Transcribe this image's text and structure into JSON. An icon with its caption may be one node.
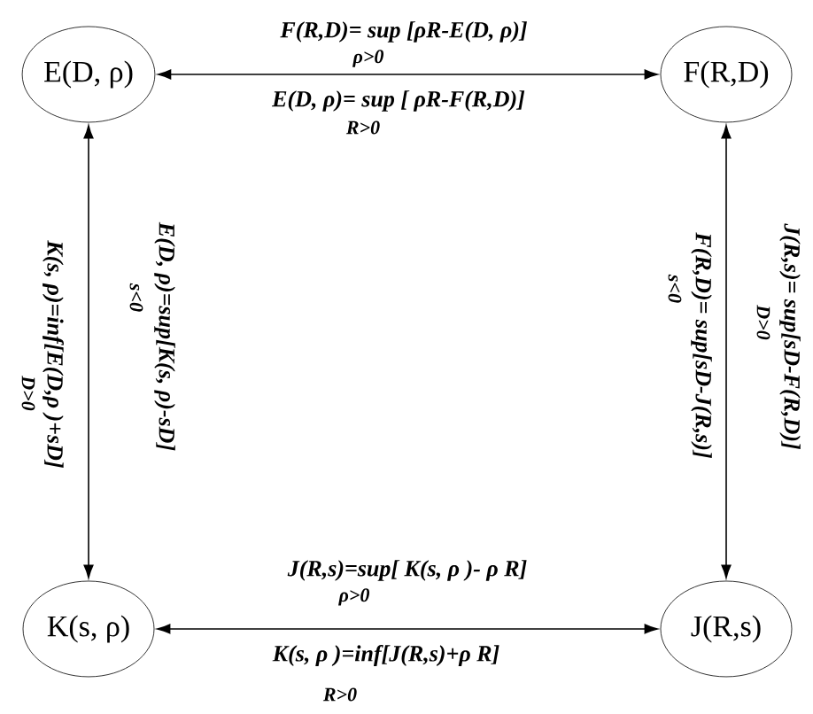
{
  "diagram": {
    "nodes": [
      {
        "text": [
          "E(D, ρ)"
        ]
      },
      {
        "text": [
          "F(R,D)"
        ]
      },
      {
        "text": [
          "K(s, ρ)"
        ]
      },
      {
        "text": [
          "J(R,s)"
        ]
      }
    ],
    "edges": [
      {
        "from": 0,
        "to": 1,
        "arrow": "both"
      },
      {
        "from": 0,
        "to": 2,
        "arrow": "both"
      },
      {
        "from": 1,
        "to": 3,
        "arrow": "both"
      },
      {
        "from": 2,
        "to": 3,
        "arrow": "both"
      }
    ],
    "labels": [
      "F(R,D)= sup [ρR-E(D, ρ)]",
      "ρ>0",
      "E(D, ρ)= sup [ ρR-F(R,D)]",
      "R>0",
      "K(s, ρ)=inf[E(D,ρ )+sD]",
      "D>0",
      "E(D, ρ)=sup[K(s, ρ)-sD]",
      "s<0",
      "F(R,D)= sup[sD-J(R,s)]",
      "s<0",
      "J(R,s)= sup[sD-F(R,D)]",
      "D>0",
      "J(R,s)=sup[ K(s, ρ )- ρ R]",
      "ρ>0",
      "K(s, ρ )=inf[J(R,s)+ρ R]",
      "R>0"
    ]
  }
}
